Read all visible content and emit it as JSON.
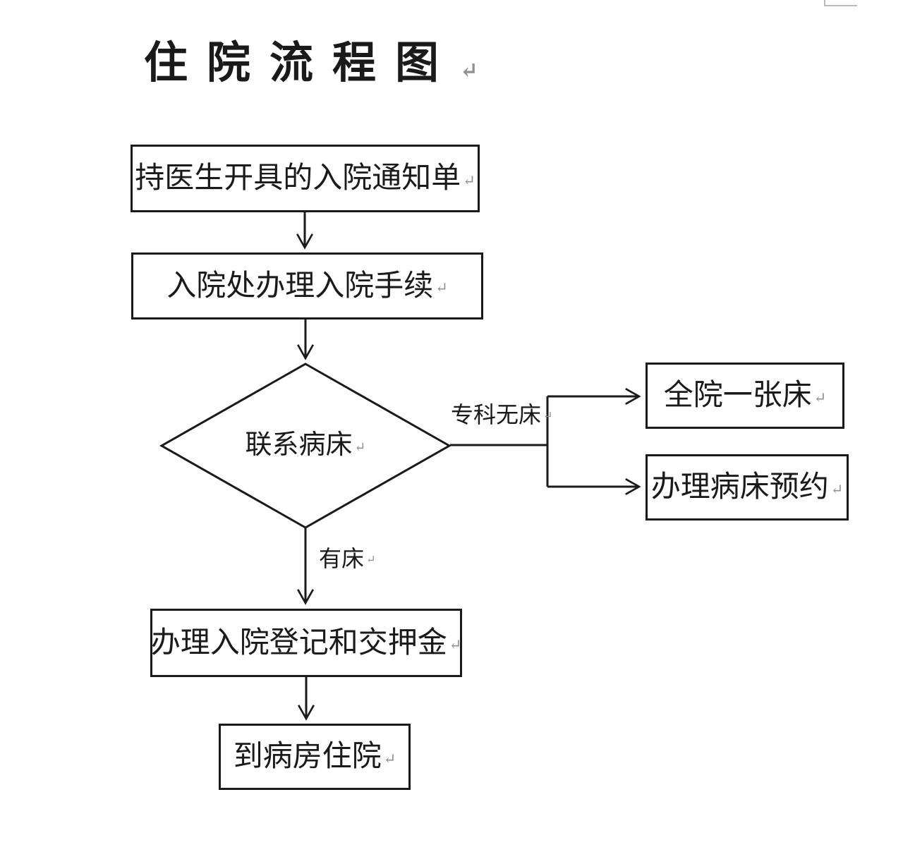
{
  "page": {
    "title": "住院流程图",
    "paragraph_mark": "↵"
  },
  "flowchart": {
    "nodes": [
      {
        "id": "admission-notice",
        "type": "process",
        "label": "持医生开具的入院通知单"
      },
      {
        "id": "admission-procedures",
        "type": "process",
        "label": "入院处办理入院手续"
      },
      {
        "id": "contact-bed",
        "type": "decision",
        "label": "联系病床"
      },
      {
        "id": "whole-hospital-one-bed",
        "type": "process",
        "label": "全院一张床"
      },
      {
        "id": "bed-reservation",
        "type": "process",
        "label": "办理病床预约"
      },
      {
        "id": "register-and-deposit",
        "type": "process",
        "label": "办理入院登记和交押金"
      },
      {
        "id": "go-to-ward",
        "type": "process",
        "label": "到病房住院"
      }
    ],
    "edge_labels": [
      {
        "id": "no-specialty-bed",
        "label": "专科无床"
      },
      {
        "id": "bed-available",
        "label": "有床"
      }
    ],
    "colors": {
      "line": "#1a1a1a",
      "background": "#ffffff",
      "paragraph_mark": "#8f8f9b"
    }
  }
}
